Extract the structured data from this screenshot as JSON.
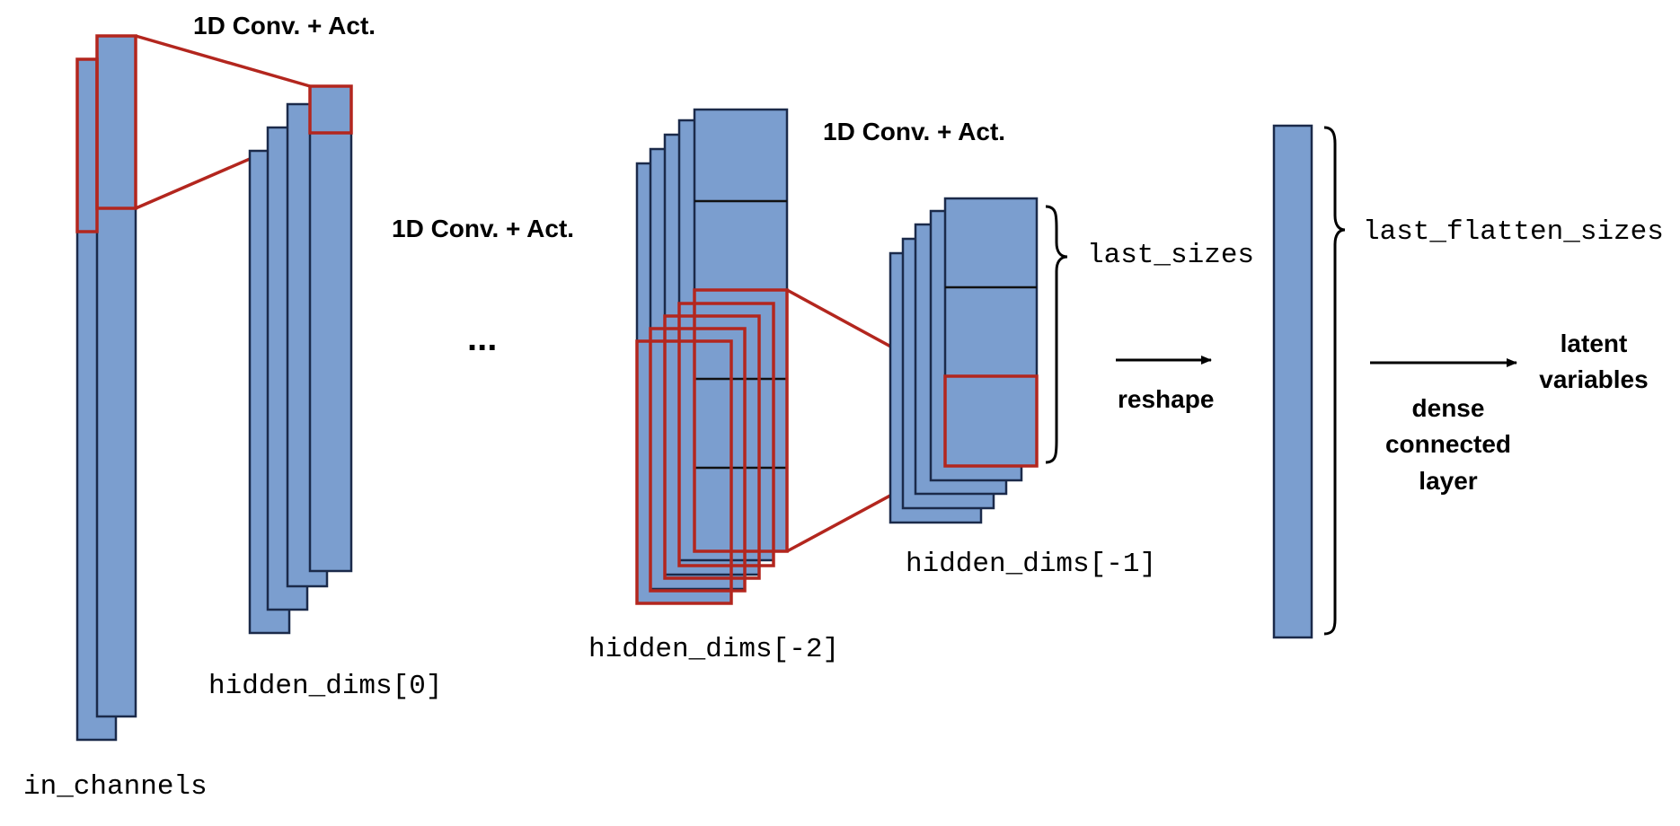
{
  "labels": {
    "conv_act_1": "1D Conv. + Act.",
    "conv_act_2": "1D Conv. + Act.",
    "conv_act_3": "1D Conv. + Act.",
    "ellipsis": "...",
    "in_channels": "in_channels",
    "hidden_dims_0": "hidden_dims[0]",
    "hidden_dims_m2": "hidden_dims[-2]",
    "hidden_dims_m1": "hidden_dims[-1]",
    "last_sizes": "last_sizes",
    "last_flatten_sizes": "last_flatten_sizes",
    "reshape": "reshape",
    "dense_lines": [
      "dense",
      "connected",
      "layer"
    ],
    "latent_lines": [
      "latent",
      "variables"
    ]
  },
  "colors": {
    "block_fill": "#7b9ecf",
    "block_stroke": "#1b2a4a",
    "highlight": "#b3261e"
  }
}
